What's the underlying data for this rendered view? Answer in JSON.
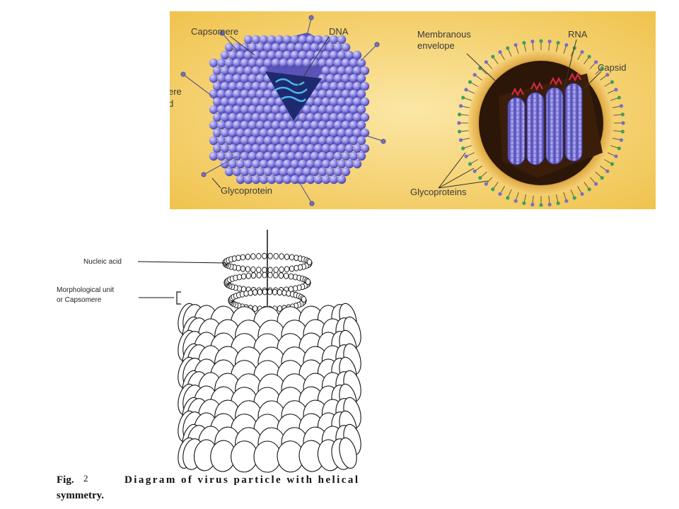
{
  "top_figure": {
    "left_virus_labels": {
      "capsomere": "Capsomere",
      "dna": "DNA",
      "glycoprotein": "Glycoprotein",
      "partial_1": "ere",
      "partial_2": "d"
    },
    "right_virus_labels": {
      "membranous_1": "Membranous",
      "membranous_2": "envelope",
      "rna": "RNA",
      "capsid": "Capsid",
      "glycoproteins": "Glycoproteins"
    }
  },
  "bottom_figure": {
    "labels": {
      "nucleic_acid": "Nucleic  acid",
      "morph_unit_1": "Morphological  unit",
      "morph_unit_2": "or  Capsomere"
    },
    "caption": {
      "fig": "Fig.",
      "number": "2",
      "title_line1": "Diagram  of  virus  particle  with  helical",
      "title_line2": "symmetry."
    }
  },
  "colors": {
    "panel_bg": "#f4c85c",
    "sphere": "#8a86e0",
    "dna_core": "#1e2a6e",
    "envelope": "#c8932a",
    "rna": "#d02840",
    "spike_green": "#3fa05a",
    "spike_purple": "#7a6cc8"
  }
}
